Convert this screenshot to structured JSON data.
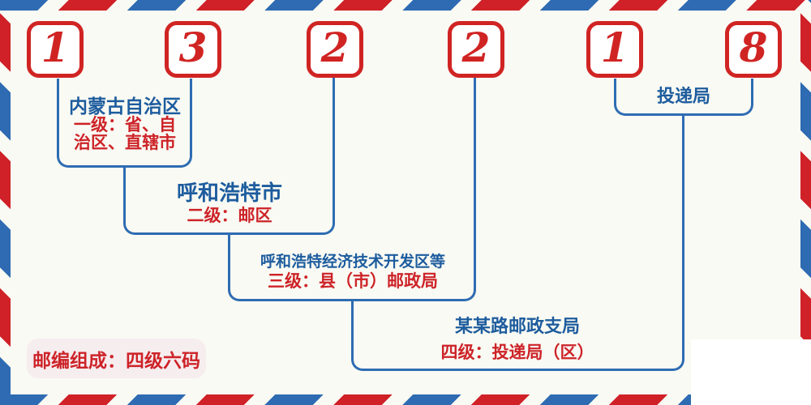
{
  "colors": {
    "bg": "#f9faf3",
    "stripe-red": "#cf2127",
    "stripe-blue": "#2e6bb2",
    "digit-red": "#d02423",
    "text-blue": "#1d5c9e",
    "text-red": "#cd2328",
    "line-blue": "#2e6cb3",
    "badge-bg": "#f6edef"
  },
  "postal_code": {
    "digits": [
      "1",
      "3",
      "2",
      "2",
      "1",
      "8"
    ]
  },
  "levels": [
    {
      "place": "内蒙古自治区",
      "desc": "一级：省、自",
      "desc2": "治区、直辖市"
    },
    {
      "place": "呼和浩特市",
      "desc": "二级：邮区"
    },
    {
      "place": "呼和浩特经济技术开发区等",
      "desc": "三级：县（市）邮政局"
    },
    {
      "place": "某某路邮政支局",
      "desc": "四级：投递局（区）"
    }
  ],
  "delivery_office_label": "投递局",
  "badge_text": "邮编组成：四级六码"
}
